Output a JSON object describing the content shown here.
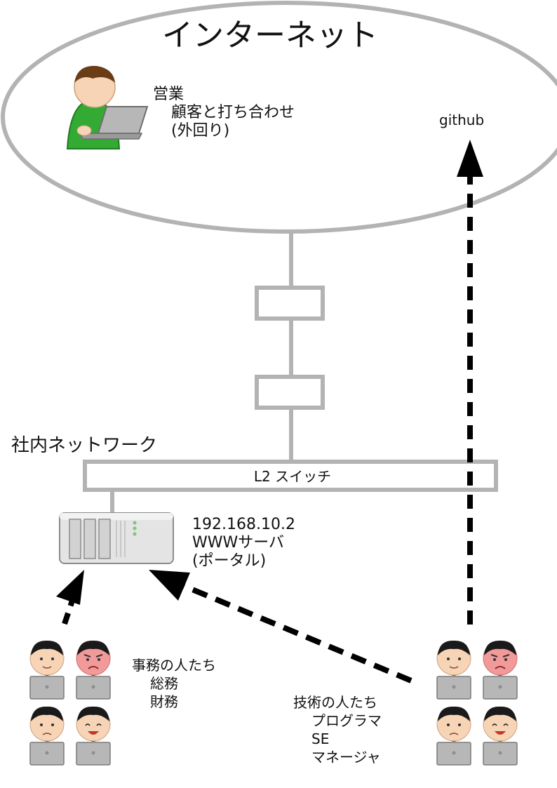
{
  "internet": {
    "title": "インターネット"
  },
  "sales": {
    "heading": "営業",
    "line1": "顧客と打ち合わせ",
    "line2": "(外回り)"
  },
  "github": {
    "label": "github"
  },
  "network": {
    "label": "社内ネットワーク"
  },
  "switch": {
    "label": "L2 スイッチ"
  },
  "server": {
    "ip": "192.168.10.2",
    "name": "WWWサーバ",
    "sub": "(ポータル)"
  },
  "office": {
    "heading": "事務の人たち",
    "line1": "総務",
    "line2": "財務"
  },
  "tech": {
    "heading": "技術の人たち",
    "line1": "プログラマ",
    "line2": "SE",
    "line3": "マネージャ"
  },
  "colors": {
    "line": "#b3b3b3",
    "arrow": "#000000",
    "shirt": "#33aa33",
    "skin": "#f7d4b5",
    "suit": "#2a2a2a",
    "laptop": "#b7b7b7"
  }
}
